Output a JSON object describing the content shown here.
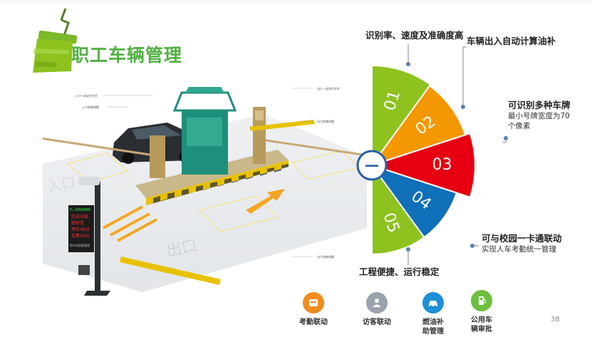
{
  "slide": {
    "title": "职工车辆管理",
    "page_number": "38"
  },
  "scene_labels": {
    "entry_barrier": "入口一体化栏杆杆",
    "entry_ground": "入口地感线圈",
    "exit_barrier": "出口一体化栏杆杆",
    "exit_ground": "出口地感线圈",
    "exit_ground2": "出口地感线圈",
    "road_exit": "出口",
    "road_entry": "入口"
  },
  "display_board": {
    "header": "P₀ 2006888",
    "lines": [
      "欢迎光临",
      "临时车",
      "停车48分",
      "交费10元"
    ],
    "footer": "停车场智能管理"
  },
  "fan": {
    "center_symbol": "—",
    "segments": [
      {
        "label": "01",
        "color": "#8dc21f"
      },
      {
        "label": "02",
        "color": "#f39800"
      },
      {
        "label": "03",
        "color": "#e60012"
      },
      {
        "label": "04",
        "color": "#0f6fb8"
      },
      {
        "label": "05",
        "color": "#8dc21f"
      }
    ]
  },
  "features": {
    "f1": {
      "title": "识别率、速度及准确度高"
    },
    "f2": {
      "title": "车辆出入自动计算油补"
    },
    "f3": {
      "title": "可识别多种车牌",
      "desc1": "最小号牌宽度为70",
      "desc2": "个像素"
    },
    "f4": {
      "title": "可与校园一卡通联动",
      "desc": "实现人车考勤统一管理"
    },
    "f5": {
      "title": "工程便捷、运行稳定"
    }
  },
  "icons": {
    "attendance": {
      "label": "考勤联动",
      "color": "#f08c1e"
    },
    "visitor": {
      "label": "访客联动",
      "color": "#9aa3ad"
    },
    "fuel_line1": "燃油补",
    "fuel_line2": "助管理",
    "fuel_color": "#1d8fd6",
    "official_line1": "公用车",
    "official_line2": "辆审批",
    "official_color": "#6cbf3f"
  }
}
